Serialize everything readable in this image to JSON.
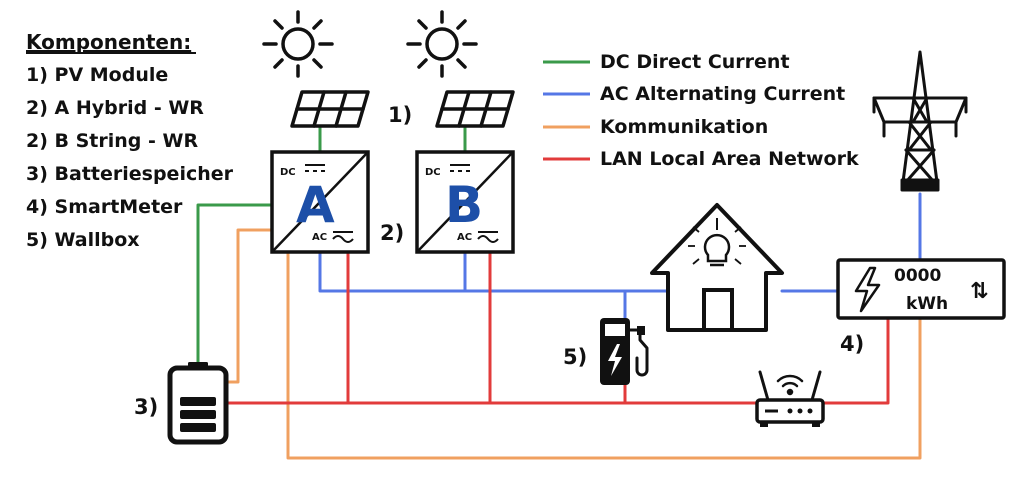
{
  "colors": {
    "dc": "#3a9a4a",
    "ac": "#5577e6",
    "comm": "#f0a060",
    "lan": "#e23b3b",
    "inverter_letter": "#1d4fa8",
    "ink": "#111111"
  },
  "components": {
    "title": "Komponenten:",
    "items": [
      "1) PV Module",
      "2) A Hybrid - WR",
      "2) B String - WR",
      "3) Batteriespeicher",
      "4) SmartMeter",
      "5) Wallbox"
    ]
  },
  "legend": [
    {
      "key": "dc",
      "label": "DC Direct Current"
    },
    {
      "key": "ac",
      "label": "AC Alternating Current"
    },
    {
      "key": "comm",
      "label": "Kommunikation"
    },
    {
      "key": "lan",
      "label": "LAN Local Area Network"
    }
  ],
  "labels": {
    "pv": "1)",
    "inverter": "2)",
    "battery": "3)",
    "smartmeter": "4)",
    "wallbox": "5)"
  },
  "inverters": [
    {
      "letter": "A",
      "dc": "DC",
      "ac": "AC"
    },
    {
      "letter": "B",
      "dc": "DC",
      "ac": "AC"
    }
  ],
  "smartmeter": {
    "value": "0000",
    "unit": "kWh",
    "arrows": "⇅"
  },
  "icons": [
    "sun-icon",
    "solar-panel-icon",
    "inverter-icon",
    "house-icon",
    "light-bulb-icon",
    "power-tower-icon",
    "smart-meter-icon",
    "lightning-icon",
    "battery-icon",
    "wallbox-icon",
    "router-icon",
    "wifi-icon"
  ]
}
